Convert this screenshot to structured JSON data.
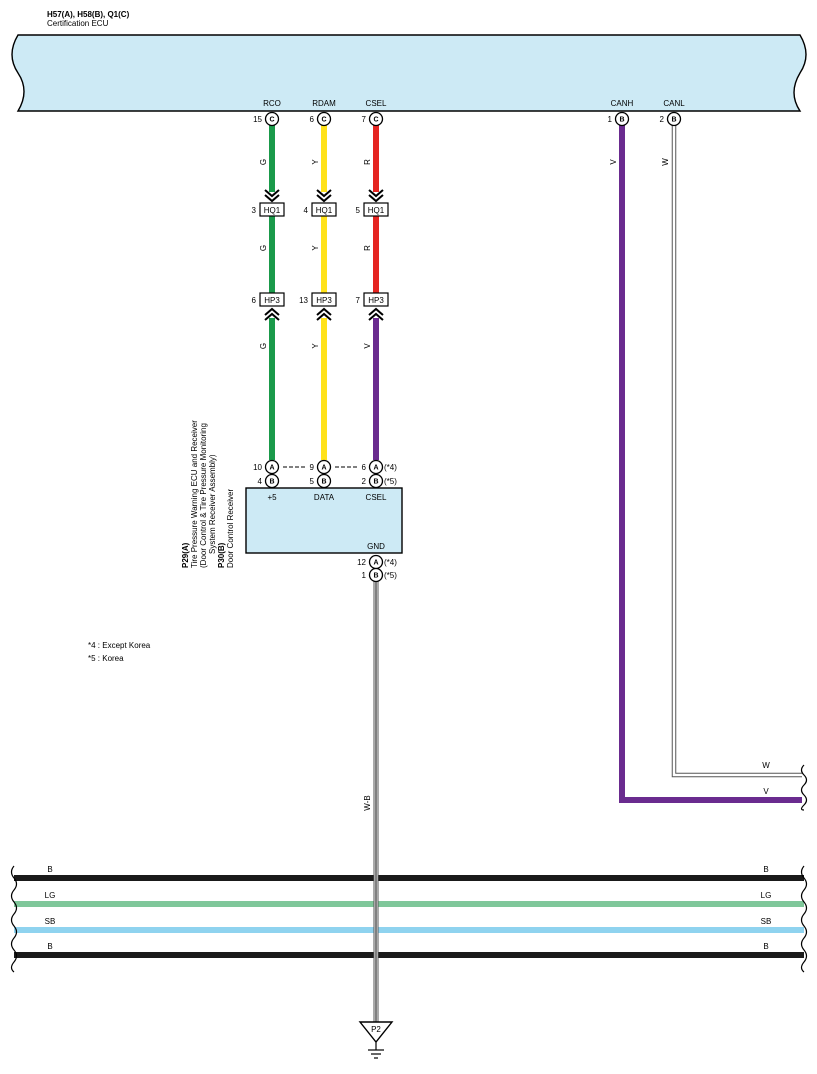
{
  "header": {
    "connectors": "H57(A), H58(B), Q1(C)",
    "component": "Certification ECU"
  },
  "ecu_terminals": [
    {
      "name": "RCO",
      "pin": "15",
      "conn": "C"
    },
    {
      "name": "RDAM",
      "pin": "6",
      "conn": "C"
    },
    {
      "name": "CSEL",
      "pin": "7",
      "conn": "C"
    },
    {
      "name": "CANH",
      "pin": "1",
      "conn": "B"
    },
    {
      "name": "CANL",
      "pin": "2",
      "conn": "B"
    }
  ],
  "wires": {
    "rco_upper": "G",
    "rdam_upper": "Y",
    "csel_upper": "R",
    "rco_mid": "G",
    "rdam_mid": "Y",
    "csel_mid": "R",
    "rco_lower": "G",
    "rdam_lower": "Y",
    "csel_lower": "V",
    "canh": "V",
    "canl": "W",
    "canh_end": "V",
    "canl_end": "W",
    "ground": "W-B"
  },
  "connectors": {
    "hq1": {
      "name": "HQ1",
      "pins": [
        "3",
        "4",
        "5"
      ]
    },
    "hp3": {
      "name": "HP3",
      "pins": [
        "6",
        "13",
        "7"
      ]
    }
  },
  "receiver": {
    "connector_a": "P29(A)",
    "name_a": "Tire Pressure Warning ECU and Receiver",
    "name_a2": "(Door Control & Tire Pressure Monitoring",
    "name_a3": "System Receiver Assembly)",
    "connector_b": "P30(B)",
    "name_b": "Door Control Receiver",
    "pins_a": [
      "10",
      "9",
      "6",
      "12"
    ],
    "pins_b": [
      "4",
      "5",
      "2",
      "1"
    ],
    "conn_a": "A",
    "conn_b": "B",
    "note_4": "(*4)",
    "note_5": "(*5)",
    "terminals": [
      "+5",
      "DATA",
      "CSEL",
      "GND"
    ]
  },
  "notes": [
    "*4 : Except Korea",
    "*5 : Korea"
  ],
  "bus_wires": [
    "B",
    "LG",
    "SB",
    "B"
  ],
  "ground_point": "P2",
  "colors": {
    "ecu_fill": "#cdeaf5",
    "green": "#1a9a4a",
    "yellow": "#ffe21a",
    "red": "#e52521",
    "violet": "#6a2b8f",
    "black": "#1a1a1a",
    "light_green": "#7fc79a",
    "sky_blue": "#8fd3ef"
  }
}
